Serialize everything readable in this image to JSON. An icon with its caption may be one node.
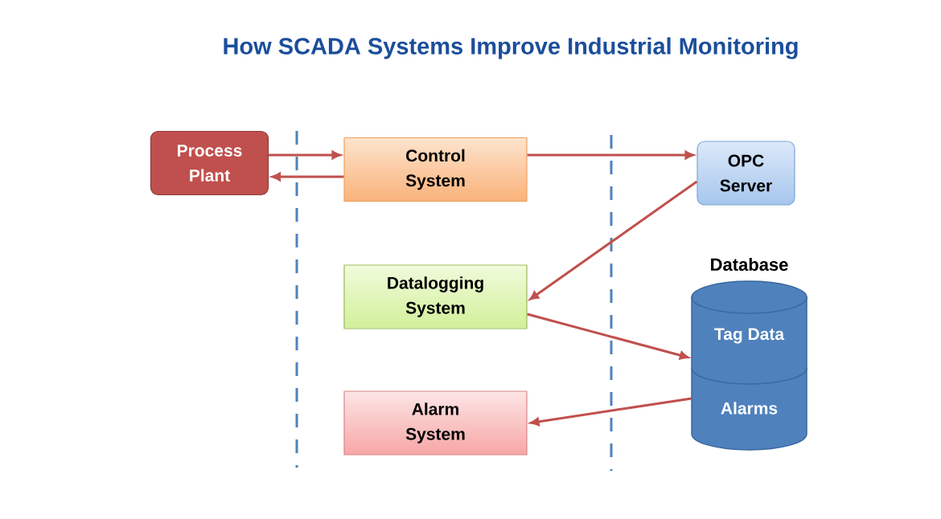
{
  "diagram": {
    "title": "How SCADA Systems Improve Industrial Monitoring",
    "nodes": [
      {
        "text": [
          "Process Plant"
        ]
      },
      {
        "text": [
          "Control System"
        ]
      },
      {
        "text": [
          "OPC Server"
        ]
      },
      {
        "text": [
          "Datalogging System"
        ]
      },
      {
        "text": [
          "Database"
        ]
      },
      {
        "text": [
          "Tag Data"
        ],
        "in": 4
      },
      {
        "text": [
          "Alarms"
        ],
        "in": 4
      },
      {
        "text": [
          "Alarm System"
        ]
      }
    ],
    "edges": [
      {
        "from": 0,
        "to": 1,
        "arrow": "to"
      },
      {
        "from": 1,
        "to": 0,
        "arrow": "to"
      },
      {
        "from": 1,
        "to": 2,
        "arrow": "to"
      },
      {
        "from": 2,
        "to": 3,
        "arrow": "to"
      },
      {
        "from": 3,
        "to": 5,
        "arrow": "to"
      },
      {
        "from": 6,
        "to": 7,
        "arrow": "to"
      }
    ]
  }
}
